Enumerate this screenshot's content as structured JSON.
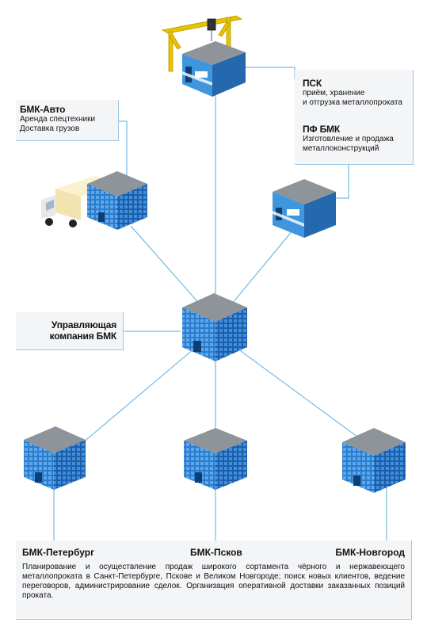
{
  "top_right": {
    "psk_title": "ПСК",
    "psk_line1": "приём, хранение",
    "psk_line2": "и отгрузка металлопроката",
    "pf_title": "ПФ БМК",
    "pf_line1": "Изготовление и продажа",
    "pf_line2": "металлоконструкций"
  },
  "avto": {
    "title": "БМК-Авто",
    "line1": "Аренда спецтехники",
    "line2": "Доставка грузов"
  },
  "management": {
    "line1": "Управляющая",
    "line2": "компания БМК"
  },
  "regions": {
    "spb": "БМК-Петербург",
    "pskov": "БМК-Псков",
    "novgorod": "БМК-Новгород",
    "description": "Планирование и осуществление продаж широкого сортамента чёрного и нержавеющего металлопроката в Санкт-Петербурге, Пскове и Великом Новгороде; поиск новых клиентов, ведение переговоров, администрирование сделок. Организация оперативной доставки заказанных позиций проката."
  },
  "colors": {
    "glass_building": "#2f7fd0",
    "blue_building": "#2a86d2",
    "roof": "#8e9499",
    "crane": "#e8c400",
    "truck_cargo": "#f3e7b8",
    "connector": "#5aaee0",
    "box_background": "#f4f5f7"
  }
}
